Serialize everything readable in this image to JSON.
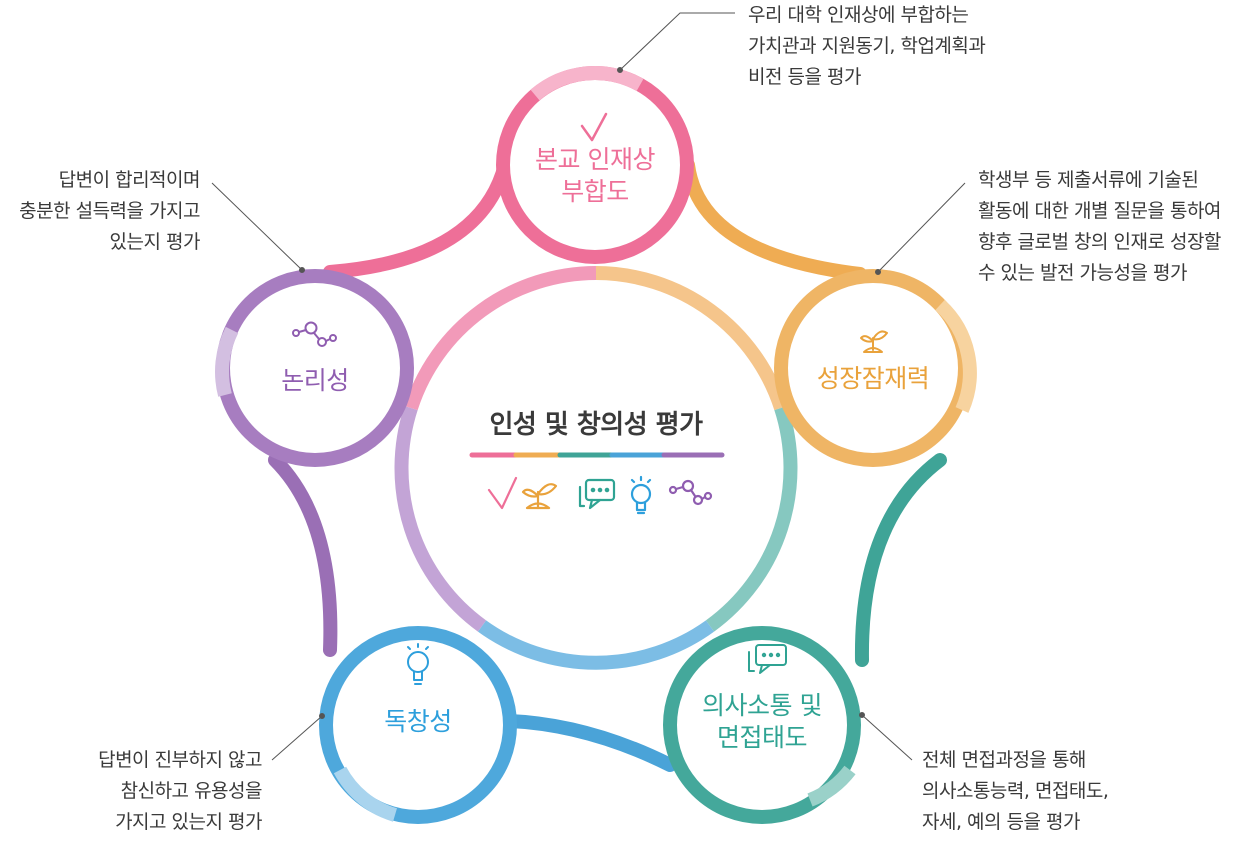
{
  "center": {
    "title": "인성 및 창의성 평가"
  },
  "colors": {
    "pink": "#ee6f98",
    "orange": "#efac53",
    "teal": "#3fa497",
    "blue": "#4aa3d8",
    "purple": "#9a6fb5"
  },
  "circles": [
    {
      "lines": [
        "본교 인재상",
        "부합도"
      ],
      "color": "#ee6f98",
      "icon": "check-icon"
    },
    {
      "lines": [
        "성장잠재력"
      ],
      "color": "#e9a23b",
      "icon": "sprout-icon"
    },
    {
      "lines": [
        "의사소통 및",
        "면접태도"
      ],
      "color": "#2fa393",
      "icon": "speech-bubbles-icon"
    },
    {
      "lines": [
        "독창성"
      ],
      "color": "#2d9fdc",
      "icon": "lightbulb-icon"
    },
    {
      "lines": [
        "논리성"
      ],
      "color": "#8f5db0",
      "icon": "molecule-icon"
    }
  ],
  "descriptions": [
    {
      "lines": [
        "우리 대학 인재상에 부합하는",
        "가치관과 지원동기, 학업계획과",
        "비전 등을 평가"
      ]
    },
    {
      "lines": [
        "학생부  등  제출서류에  기술된",
        "활동에 대한 개별 질문을 통하여",
        "향후 글로벌 창의 인재로 성장할",
        "수 있는 발전 가능성을 평가"
      ]
    },
    {
      "lines": [
        "전체 면접과정을 통해",
        "의사소통능력, 면접태도,",
        "자세, 예의 등을 평가"
      ]
    },
    {
      "lines": [
        "답변이 진부하지 않고",
        "참신하고 유용성을",
        "가지고 있는지 평가"
      ]
    },
    {
      "lines": [
        "답변이 합리적이며",
        "충분한 설득력을 가지고",
        "있는지 평가"
      ]
    }
  ]
}
